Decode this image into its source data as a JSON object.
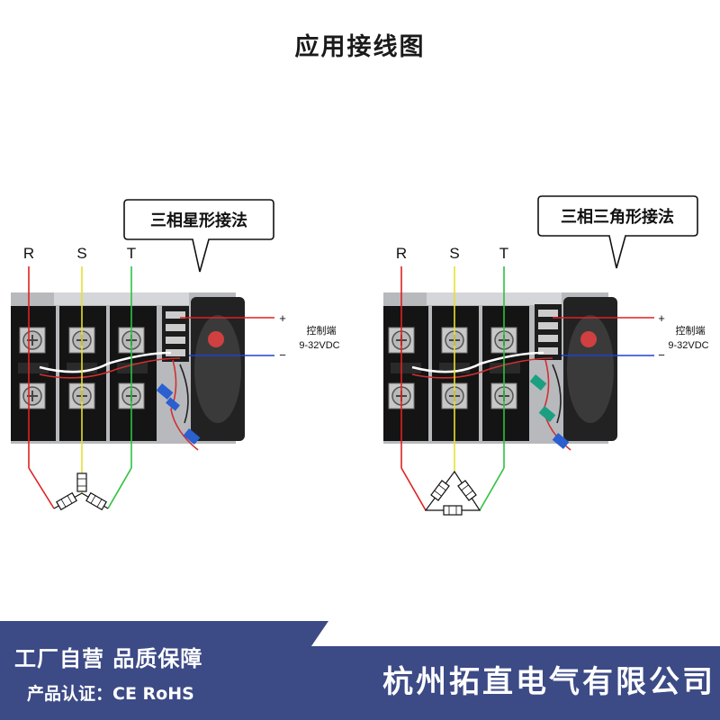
{
  "title": "应用接线图",
  "left_diagram": {
    "callout": "三相星形接法",
    "phases": [
      "R",
      "S",
      "T"
    ],
    "plus": "+",
    "minus": "−",
    "control_label": "控制端",
    "control_voltage": "9-32VDC"
  },
  "right_diagram": {
    "callout": "三相三角形接法",
    "phases": [
      "R",
      "S",
      "T"
    ],
    "plus": "+",
    "minus": "−",
    "control_label": "控制端",
    "control_voltage": "9-32VDC"
  },
  "footer": {
    "slogan": "工厂自营 品质保障",
    "certification": "产品认证：CE RoHS",
    "company": "杭州拓直电气有限公司"
  },
  "colors": {
    "wire_r": "#e02020",
    "wire_s": "#e8e030",
    "wire_t": "#30c040",
    "control_plus": "#e02020",
    "control_minus": "#2040d0",
    "footer_bg": "#3c4a86"
  }
}
